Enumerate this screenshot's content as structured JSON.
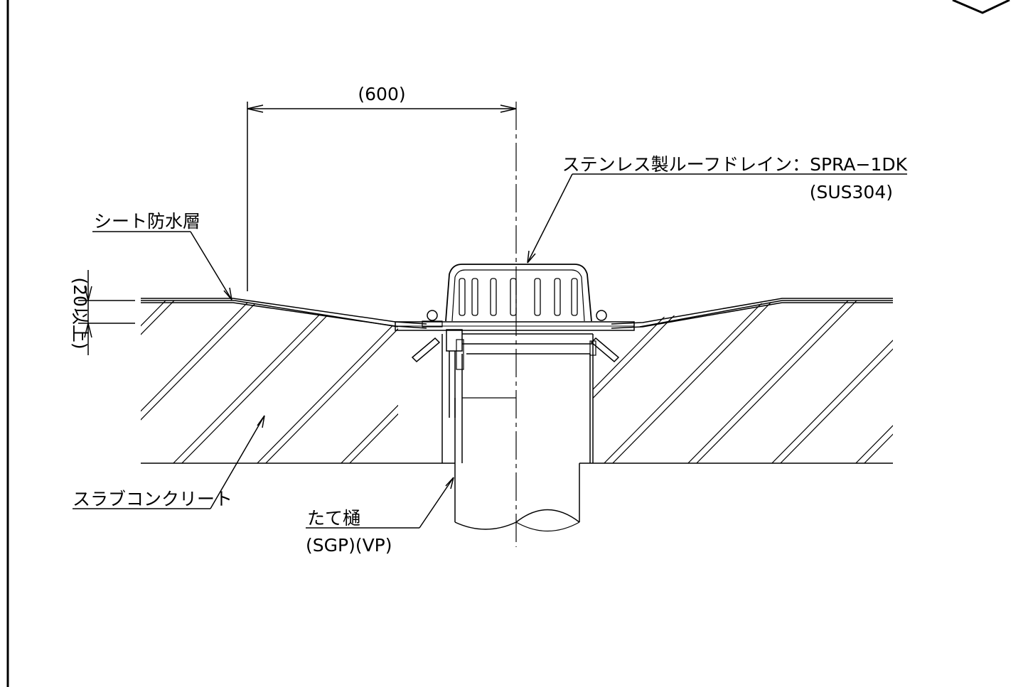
{
  "drawing": {
    "dimension_width": "(600)",
    "dimension_height": "(20以上)",
    "labels": {
      "drain": "ステンレス製ルーフドレイン：SPRA−1DK",
      "drain_material": "(SUS304)",
      "sheet": "シート防水層",
      "slab": "スラブコンクリート",
      "pipe": "たて樋",
      "pipe_material": "(SGP)(VP)"
    }
  }
}
